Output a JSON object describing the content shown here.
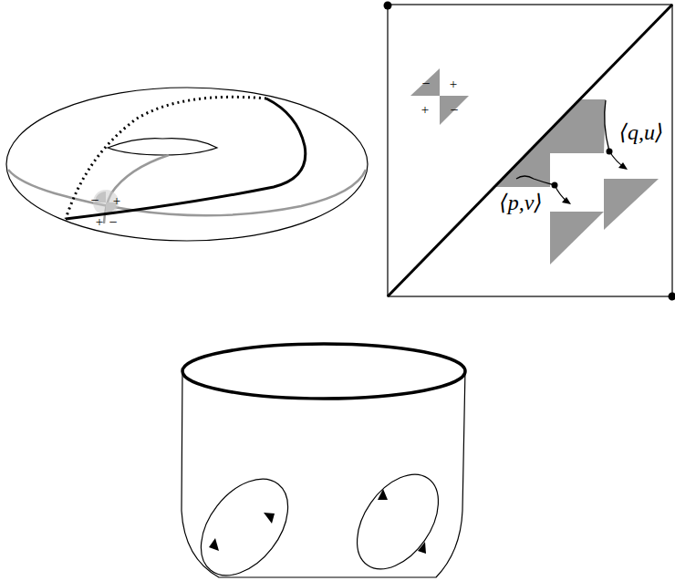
{
  "diagram": {
    "labels": [
      "−",
      "+",
      "+",
      "−",
      "−",
      "+",
      "+",
      "−",
      "⟨q,u⟩",
      "⟨p,v⟩"
    ]
  }
}
